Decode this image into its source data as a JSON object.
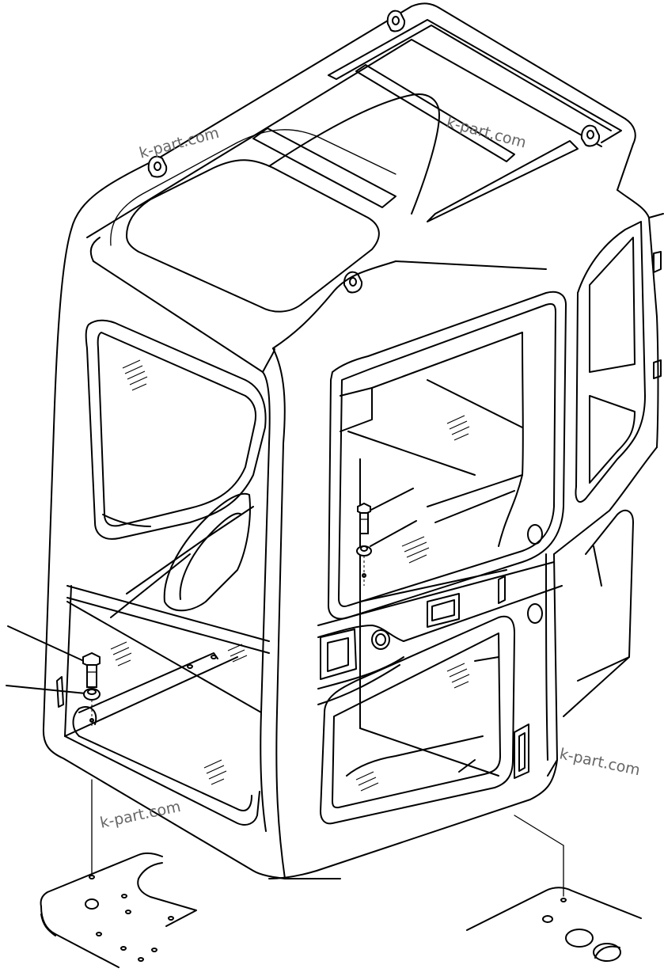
{
  "watermarks": [
    {
      "text": "k-part.com",
      "angle": -15
    },
    {
      "text": "k-part.com",
      "angle": 15
    },
    {
      "text": "k-part.com",
      "angle": 12
    },
    {
      "text": "k-part.com",
      "angle": -12
    }
  ],
  "icons": [
    "bolt-icon",
    "washer-icon"
  ],
  "colors": {
    "line": "#000000",
    "background": "#ffffff",
    "watermark": "#666666"
  }
}
